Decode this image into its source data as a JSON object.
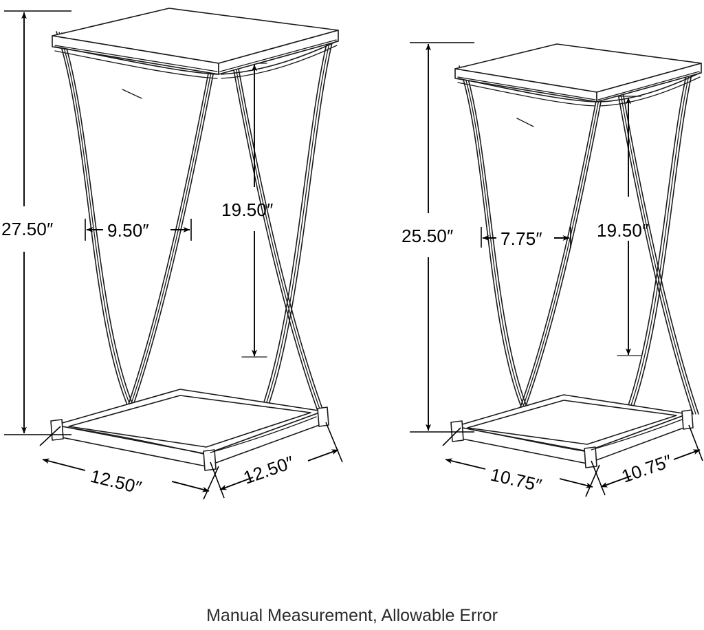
{
  "figure": {
    "type": "product-dimension-diagram",
    "subject": "nesting side table set",
    "views": 2,
    "background_color": "#ffffff",
    "line_color": "#1a1a1a"
  },
  "tables": [
    {
      "id": "large-table",
      "name": "Large Side Table",
      "position": "left",
      "dimensions": {
        "overall_height": {
          "label": "27.50″",
          "value": 27.5,
          "unit": "in",
          "placement": "left-vertical"
        },
        "leg_opening_width": {
          "label": "9.50″",
          "value": 9.5,
          "unit": "in",
          "placement": "center-horizontal"
        },
        "leg_opening_height": {
          "label": "19.50″",
          "value": 19.5,
          "unit": "in",
          "placement": "center-vertical"
        },
        "base_depth": {
          "label": "12.50″",
          "value": 12.5,
          "unit": "in",
          "placement": "bottom-left-diagonal"
        },
        "base_width": {
          "label": "12.50″",
          "value": 12.5,
          "unit": "in",
          "placement": "bottom-right-diagonal"
        }
      }
    },
    {
      "id": "small-table",
      "name": "Small Side Table",
      "position": "right",
      "dimensions": {
        "overall_height": {
          "label": "25.50″",
          "value": 25.5,
          "unit": "in",
          "placement": "left-vertical"
        },
        "leg_opening_width": {
          "label": "7.75″",
          "value": 7.75,
          "unit": "in",
          "placement": "center-horizontal"
        },
        "leg_opening_height": {
          "label": "19.50″",
          "value": 19.5,
          "unit": "in",
          "placement": "center-vertical"
        },
        "base_depth": {
          "label": "10.75″",
          "value": 10.75,
          "unit": "in",
          "placement": "bottom-left-diagonal"
        },
        "base_width": {
          "label": "10.75″",
          "value": 10.75,
          "unit": "in",
          "placement": "bottom-right-diagonal"
        }
      }
    }
  ],
  "labels": {
    "left_height": "27.50″",
    "left_width": "9.50″",
    "left_inner_height": "19.50″",
    "left_base_a": "12.50″",
    "left_base_b": "12.50″",
    "right_height": "25.50″",
    "right_width": "7.75″",
    "right_inner_height": "19.50″",
    "right_base_a": "10.75″",
    "right_base_b": "10.75″"
  },
  "footer": {
    "note": "Manual Measurement, Allowable Error"
  }
}
